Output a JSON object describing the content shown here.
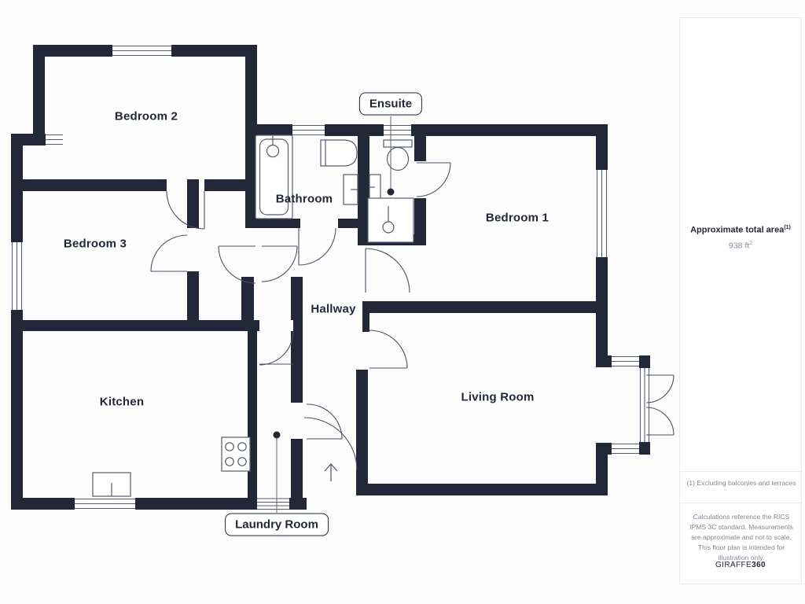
{
  "colors": {
    "wall": "#232838",
    "fixture_line": "#565b6e",
    "door_line": "#4b5166",
    "label_text": "#232838",
    "muted_text": "#8a8e99",
    "panel_border": "#eaeaef"
  },
  "rooms": [
    {
      "name": "Bedroom 2"
    },
    {
      "name": "Bedroom 3"
    },
    {
      "name": "Bathroom"
    },
    {
      "name": "Bedroom 1"
    },
    {
      "name": "Hallway"
    },
    {
      "name": "Kitchen"
    },
    {
      "name": "Living Room"
    }
  ],
  "callouts": [
    {
      "label": "Ensuite"
    },
    {
      "label": "Laundry Room"
    }
  ],
  "icons": [
    {
      "name": "entrance-arrow",
      "glyph": "↑"
    },
    {
      "name": "shower-head-icon"
    },
    {
      "name": "stove-burners-icon"
    }
  ],
  "sidebar": {
    "area_title": "Approximate total area",
    "area_title_sup": "(1)",
    "area_value": "938 ft",
    "area_value_sup": "2",
    "footnote": "(1) Excluding balconies and terraces",
    "disclaimer": "Calculations reference the RICS IPMS 3C standard. Measurements are approximate and not to scale. This floor plan is intended for illustration only.",
    "brand": "GIRAFFE",
    "brand_suffix": "360"
  }
}
